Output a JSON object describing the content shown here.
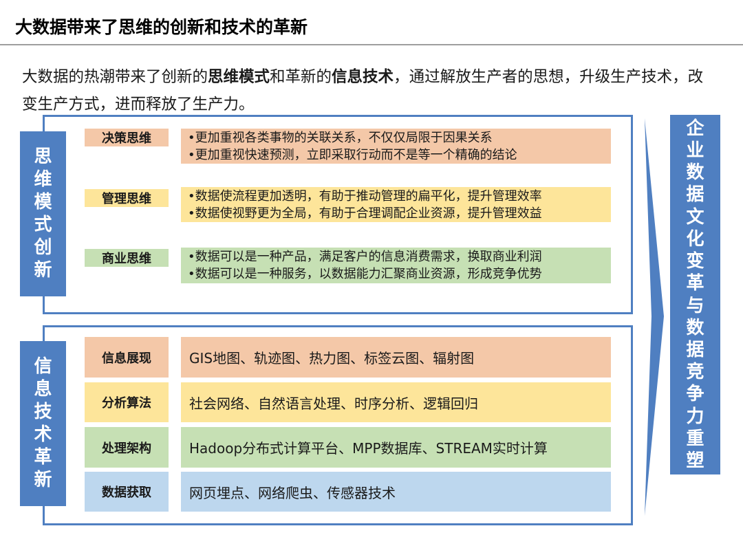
{
  "title": "大数据带来了思维的创新和技术的革新",
  "intro": {
    "p1": "大数据的热潮带来了创新的",
    "b1": "思维模式",
    "p2": "和革新的",
    "b2": "信息技术",
    "p3": "，通过解放生产者的思想，升级生产技术，改变生产方式，进而释放了生产力。"
  },
  "thinking": {
    "label": "思维模式创新",
    "rows": [
      {
        "tag": "决策思维",
        "lines": [
          "•更加重视各类事物的关联关系，不仅仅局限于因果关系",
          "•更加重视快速预测，立即采取行动而不是等一个精确的结论"
        ]
      },
      {
        "tag": "管理思维",
        "lines": [
          "•数据使流程更加透明，有助于推动管理的扁平化，提升管理效率",
          "•数据使视野更为全局，有助于合理调配企业资源，提升管理效益"
        ]
      },
      {
        "tag": "商业思维",
        "lines": [
          "•数据可以是一种产品，满足客户的信息消费需求，换取商业利润",
          "•数据可以是一种服务，以数据能力汇聚商业资源，形成竞争优势"
        ]
      }
    ]
  },
  "tech": {
    "label": "信息技术革新",
    "rows": [
      {
        "tag": "信息展现",
        "desc": "GIS地图、轨迹图、热力图、标签云图、辐射图"
      },
      {
        "tag": "分析算法",
        "desc": "社会网络、自然语言处理、时序分析、逻辑回归"
      },
      {
        "tag": "处理架构",
        "desc": "Hadoop分布式计算平台、MPP数据库、STREAM实时计算"
      },
      {
        "tag": "数据获取",
        "desc": "网页埋点、网络爬虫、传感器技术"
      }
    ]
  },
  "result": "企业数据文化变革与数据竞争力重塑",
  "colors": {
    "accent": "#4f7fc1",
    "orange": "#f4c8a8",
    "yellow": "#fde59a",
    "green": "#c6e0b4",
    "blue": "#bdd7ee"
  }
}
